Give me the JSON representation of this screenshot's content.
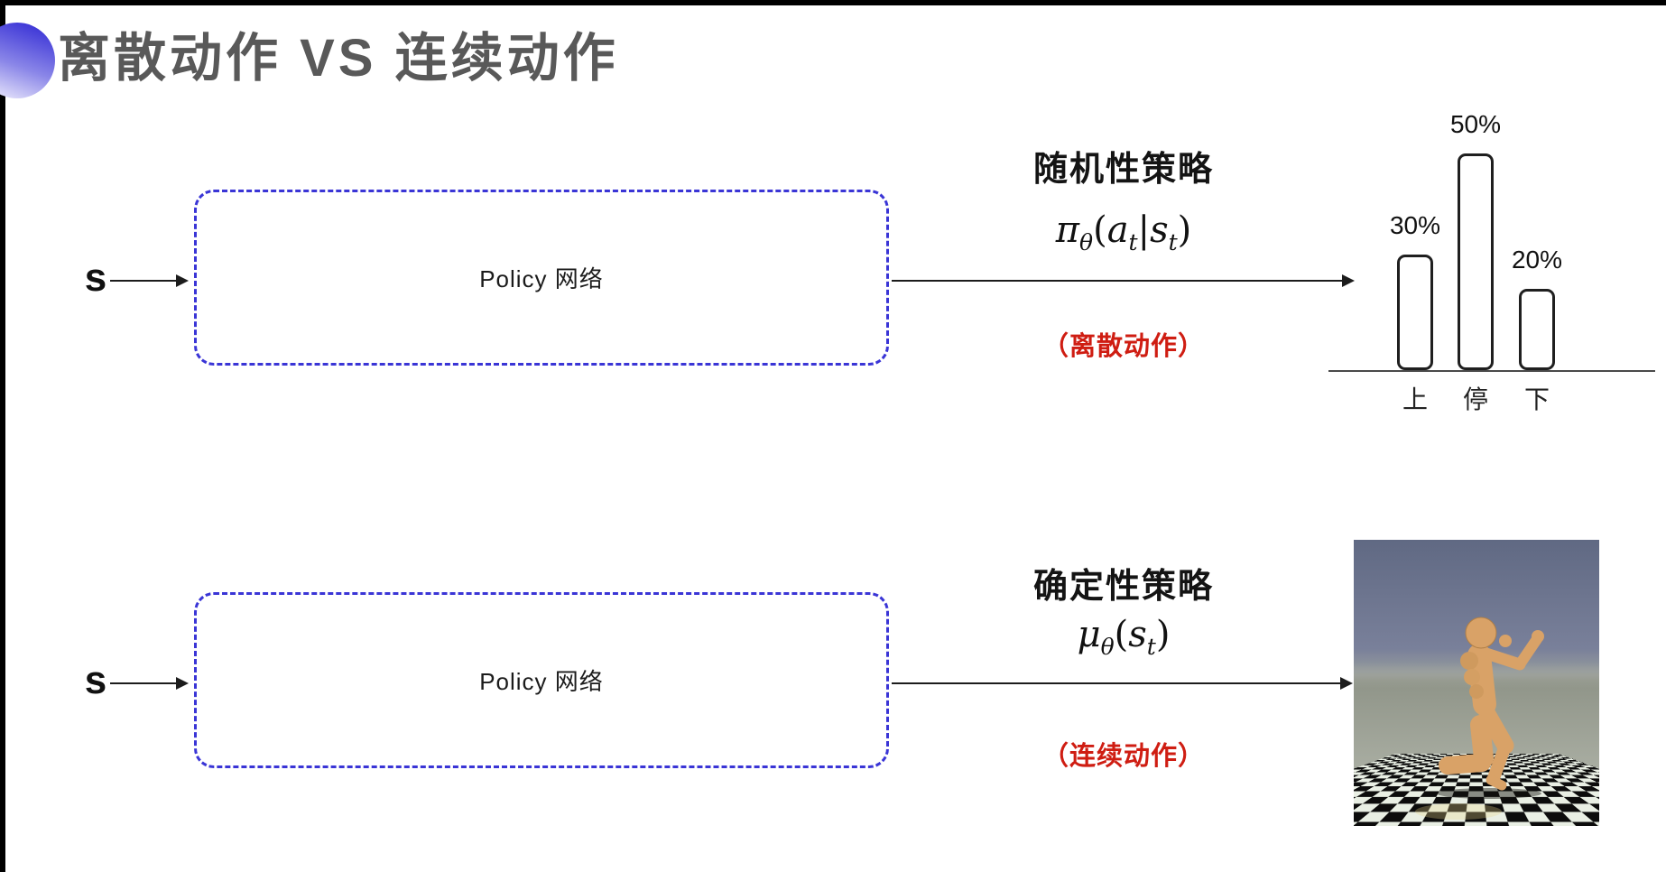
{
  "title": "离散动作 VS 连续动作",
  "rows": [
    {
      "input_label": "s",
      "box_label": "Policy 网络",
      "policy_title": "随机性策略",
      "formula_tokens": [
        {
          "t": "π"
        },
        {
          "t": "θ",
          "sub": true
        },
        {
          "t": "(",
          "up": true
        },
        {
          "t": "a"
        },
        {
          "t": "t",
          "sub": true
        },
        {
          "t": "|",
          "up": true
        },
        {
          "t": "s"
        },
        {
          "t": "t",
          "sub": true
        },
        {
          "t": ")",
          "up": true
        }
      ],
      "action_note": "（离散动作）"
    },
    {
      "input_label": "s",
      "box_label": "Policy 网络",
      "policy_title": "确定性策略",
      "formula_tokens": [
        {
          "t": "μ"
        },
        {
          "t": "θ",
          "sub": true
        },
        {
          "t": "(",
          "up": true
        },
        {
          "t": "s"
        },
        {
          "t": "t",
          "sub": true
        },
        {
          "t": ")",
          "up": true
        }
      ],
      "action_note": "（连续动作）"
    }
  ],
  "chart_data": {
    "type": "bar",
    "title": "",
    "xlabel": "",
    "ylabel": "",
    "categories": [
      "上",
      "停",
      "下"
    ],
    "values": [
      30,
      50,
      20
    ],
    "value_labels": [
      "30%",
      "50%",
      "20%"
    ],
    "ylim": [
      0,
      100
    ],
    "grid": false,
    "legend": false
  },
  "humanoid_image": {
    "alt": "MuJoCo humanoid robot running on a black-and-white checkered floor"
  },
  "colors": {
    "accent_blue": "#3a35d6",
    "note_red": "#cf1d12",
    "title_gray": "#595959",
    "bar_outline": "#1f1f1f"
  }
}
